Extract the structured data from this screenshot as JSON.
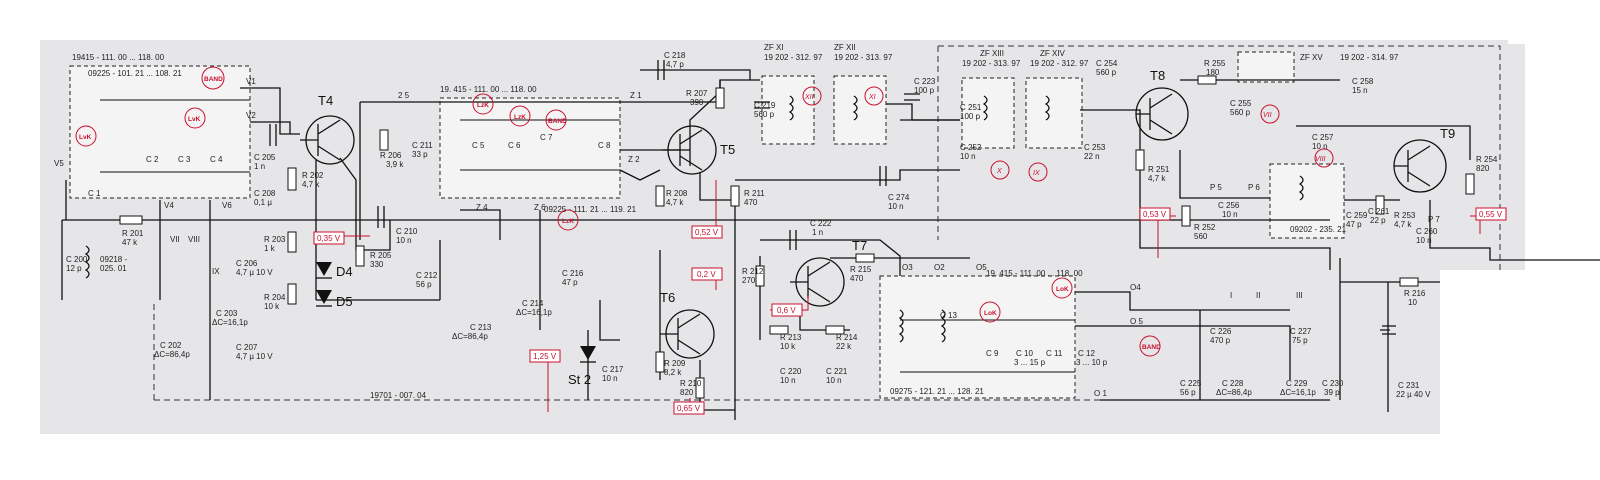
{
  "modules": {
    "m1": "19415 - 111. 00 ... 118. 00",
    "m1_sub": "09225 - 101. 21 ... 108. 21",
    "m2": "19. 415 - 111. 00 ... 118. 00",
    "m2_sub": "09225 - 111. 21 ... 119. 21",
    "m3": "19. 415 - 111. 00 ... 118. 00",
    "m3_sub": "09275 - 121. 21 ... 128. 21",
    "m4_sub": "09202 - 235. 21",
    "bottom_ref": "19701 - 007. 04"
  },
  "zf": [
    {
      "name": "ZF XI",
      "code": "19 202 - 312. 97"
    },
    {
      "name": "ZF XII",
      "code": "19 202 - 313. 97"
    },
    {
      "name": "ZF XIII",
      "code": "19 202 - 313. 97"
    },
    {
      "name": "ZF XIV",
      "code": "19 202 - 312. 97"
    },
    {
      "name": "ZF XV",
      "code": "19 202 - 314. 97"
    }
  ],
  "transistors": [
    "T4",
    "T5",
    "T6",
    "T7",
    "T8",
    "T9"
  ],
  "diodes": [
    "D4",
    "D5",
    "St 2"
  ],
  "terminals": [
    "V1",
    "V2",
    "V5",
    "V4",
    "V6",
    "Z 1",
    "Z 2",
    "Z 4",
    "Z 6",
    "O3",
    "O2",
    "O5",
    "O4",
    "O 5",
    "O 1",
    "VII",
    "VIII",
    "IX",
    "I",
    "II",
    "III"
  ],
  "components": [
    {
      "ref": "C 1",
      "val": ""
    },
    {
      "ref": "C 2",
      "val": ""
    },
    {
      "ref": "C 3",
      "val": ""
    },
    {
      "ref": "C 4",
      "val": ""
    },
    {
      "ref": "C 200",
      "val": "12 p"
    },
    {
      "ref": "R 201",
      "val": "47 k"
    },
    {
      "ref": "09218 -",
      "val": "025. 01"
    },
    {
      "ref": "C 202",
      "val": "ΔC=86,4p"
    },
    {
      "ref": "C 203",
      "val": "ΔC=16,1p"
    },
    {
      "ref": "C 205",
      "val": "1 n"
    },
    {
      "ref": "R 202",
      "val": "4,7 k"
    },
    {
      "ref": "C 208",
      "val": "0,1 µ"
    },
    {
      "ref": "R 203",
      "val": "1 k"
    },
    {
      "ref": "C 206",
      "val": "4,7 µ 10 V"
    },
    {
      "ref": "R 204",
      "val": "10 k"
    },
    {
      "ref": "C 207",
      "val": "4,7 µ 10 V"
    },
    {
      "ref": "R 205",
      "val": "330"
    },
    {
      "ref": "C 210",
      "val": "10 n"
    },
    {
      "ref": "R 206",
      "val": "3,9 k"
    },
    {
      "ref": "C 211",
      "val": "33 p"
    },
    {
      "ref": "C 212",
      "val": "56 p"
    },
    {
      "ref": "C 213",
      "val": "ΔC=86,4p"
    },
    {
      "ref": "C 214",
      "val": "ΔC=16,1p"
    },
    {
      "ref": "C 216",
      "val": "47 p"
    },
    {
      "ref": "C 217",
      "val": "10 n"
    },
    {
      "ref": "C 218",
      "val": "4,7 p"
    },
    {
      "ref": "R 207",
      "val": "390"
    },
    {
      "ref": "C 219",
      "val": "560 p"
    },
    {
      "ref": "R 208",
      "val": "4,7 k"
    },
    {
      "ref": "R 209",
      "val": "8,2 k"
    },
    {
      "ref": "R 210",
      "val": "820"
    },
    {
      "ref": "R 211",
      "val": "470"
    },
    {
      "ref": "C 222",
      "val": "1 n"
    },
    {
      "ref": "R 212",
      "val": "270"
    },
    {
      "ref": "R 213",
      "val": "10 k"
    },
    {
      "ref": "R 214",
      "val": "22 k"
    },
    {
      "ref": "R 215",
      "val": "470"
    },
    {
      "ref": "C 220",
      "val": "10 n"
    },
    {
      "ref": "C 221",
      "val": "10 n"
    },
    {
      "ref": "C 223",
      "val": "100 p"
    },
    {
      "ref": "C 274",
      "val": "10 n"
    },
    {
      "ref": "C 9",
      "val": ""
    },
    {
      "ref": "C 10",
      "val": "3 ... 15 p"
    },
    {
      "ref": "C 11",
      "val": ""
    },
    {
      "ref": "C 12",
      "val": "3 ... 10 p"
    },
    {
      "ref": "C 13",
      "val": ""
    },
    {
      "ref": "C 251",
      "val": "100 p"
    },
    {
      "ref": "C 252",
      "val": "10 n"
    },
    {
      "ref": "C 253",
      "val": "22 n"
    },
    {
      "ref": "C 254",
      "val": "560 p"
    },
    {
      "ref": "R 251",
      "val": "4,7 k"
    },
    {
      "ref": "R 252",
      "val": "560"
    },
    {
      "ref": "R 255",
      "val": "180"
    },
    {
      "ref": "C 255",
      "val": "560 p"
    },
    {
      "ref": "C 256",
      "val": "10 n"
    },
    {
      "ref": "C 257",
      "val": "10 n"
    },
    {
      "ref": "C 258",
      "val": "15 n"
    },
    {
      "ref": "C 259",
      "val": "47 p"
    },
    {
      "ref": "C 261",
      "val": "22 p"
    },
    {
      "ref": "R 253",
      "val": "4,7 k"
    },
    {
      "ref": "C 260",
      "val": "10 n"
    },
    {
      "ref": "R 254",
      "val": "820"
    },
    {
      "ref": "C 225",
      "val": "56 p"
    },
    {
      "ref": "C 226",
      "val": "470 p"
    },
    {
      "ref": "C 227",
      "val": "75 p"
    },
    {
      "ref": "C 228",
      "val": "ΔC=86,4p"
    },
    {
      "ref": "C 229",
      "val": "ΔC=16,1p"
    },
    {
      "ref": "C 230",
      "val": "39 p"
    },
    {
      "ref": "R 216",
      "val": "10"
    },
    {
      "ref": "C 231",
      "val": "22 µ 40 V"
    }
  ],
  "other_labels": [
    "C 5",
    "C 6",
    "C 7",
    "C 8",
    "P 5",
    "P 6",
    "P 7",
    "2 5"
  ],
  "voltages": [
    "0,35 V",
    "0,52 V",
    "0,2 V",
    "0,6 V",
    "1,25 V",
    "0,65 V",
    "0,53 V",
    "0,55 V"
  ],
  "markers": [
    "BAND",
    "LvK",
    "LvK",
    "LzK",
    "LzK",
    "LzK",
    "BAND",
    "LoK",
    "LoK",
    "BAND",
    "XI",
    "XII",
    "X",
    "IX",
    "VII",
    "VIII"
  ]
}
